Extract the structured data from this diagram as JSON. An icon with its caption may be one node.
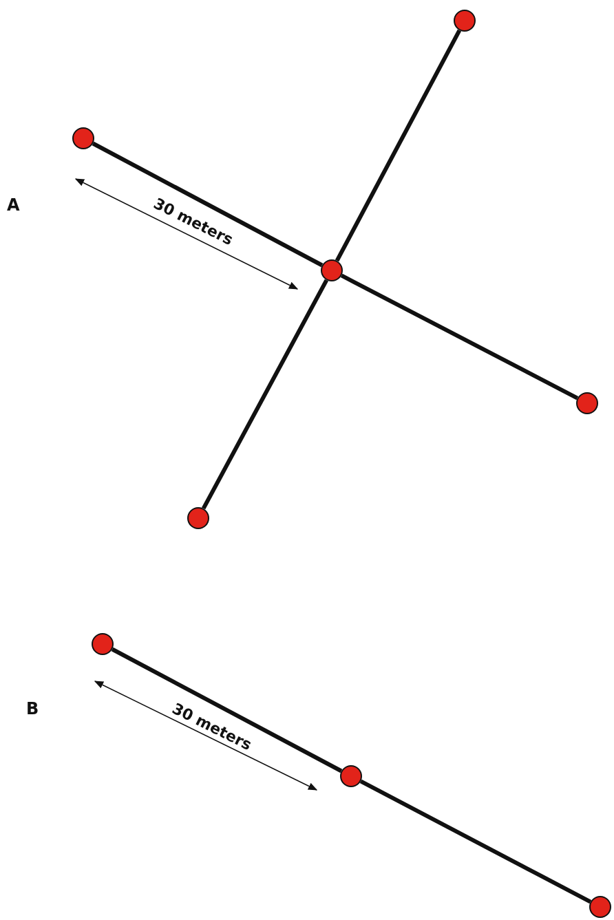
{
  "diagram": {
    "nodes": [
      {
        "text": [],
        "shape": "circle"
      },
      {
        "text": [],
        "shape": "circle"
      },
      {
        "text": [],
        "shape": "circle"
      },
      {
        "text": [],
        "shape": "circle"
      },
      {
        "text": [],
        "shape": "circle"
      },
      {
        "text": [],
        "shape": "circle"
      },
      {
        "text": [],
        "shape": "circle"
      },
      {
        "text": [],
        "shape": "circle"
      }
    ],
    "edges": [
      {
        "from": 1,
        "to": 2,
        "arrow": "none"
      },
      {
        "from": 2,
        "to": 3,
        "arrow": "none"
      },
      {
        "from": 0,
        "to": 2,
        "arrow": "none"
      },
      {
        "from": 2,
        "to": 4,
        "arrow": "none"
      },
      {
        "from": 5,
        "to": 6,
        "arrow": "none"
      },
      {
        "from": 6,
        "to": 7,
        "arrow": "none"
      }
    ],
    "labels": [
      "A",
      "30 meters",
      "B",
      "30 meters"
    ]
  }
}
